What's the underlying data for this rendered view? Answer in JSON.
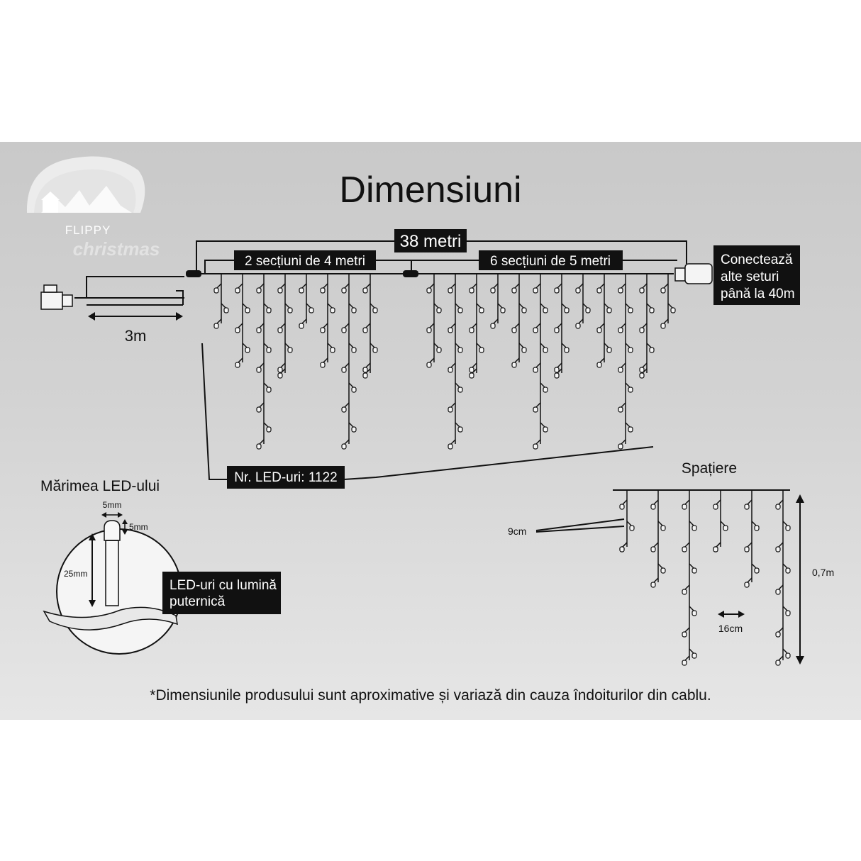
{
  "title": "Dimensiuni",
  "brand": {
    "line1": "FLIPPY",
    "line2": "christmas"
  },
  "total_length": "38 metri",
  "section_a": "2 secțiuni de 4 metri",
  "section_b": "6 secțiuni de 5 metri",
  "lead_length": "3m",
  "connect_note": [
    "Conectează",
    "alte seturi",
    "până la 40m"
  ],
  "led_count": "Nr. LED-uri: 1122",
  "led_size": {
    "heading": "Mărimea LED-ului",
    "width": "5mm",
    "cap": "5mm",
    "height": "25mm",
    "note": [
      "LED-uri cu lumină",
      "puternică"
    ]
  },
  "spacing": {
    "heading": "Spațiere",
    "vertical": "9cm",
    "horizontal": "16cm",
    "drop": "0,7m"
  },
  "footnote": "*Dimensiunile produsului sunt aproximative și variază din cauza îndoiturilor din cablu.",
  "colors": {
    "panel": "#d0d0d0",
    "label_bg": "#111111",
    "line": "#111111"
  }
}
